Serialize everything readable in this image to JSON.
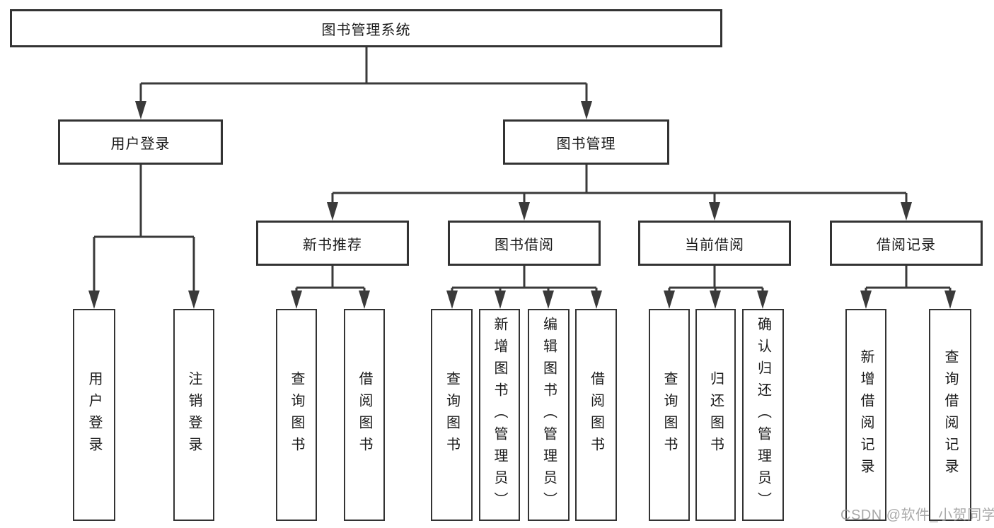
{
  "diagram": {
    "type": "hierarchy-tree",
    "watermark": "CSDN @软件_小贺同学",
    "colors": {
      "line": "#3a3a3a",
      "box_border": "#333333",
      "text": "#1a1a1a",
      "background": "#ffffff",
      "watermark": "#9b9b9b"
    },
    "tree": {
      "label": "图书管理系统",
      "children": [
        {
          "label": "用户登录",
          "children": [
            {
              "label": "用户登录"
            },
            {
              "label": "注销登录"
            }
          ]
        },
        {
          "label": "图书管理",
          "children": [
            {
              "label": "新书推荐",
              "children": [
                {
                  "label": "查询图书"
                },
                {
                  "label": "借阅图书"
                }
              ]
            },
            {
              "label": "图书借阅",
              "children": [
                {
                  "label": "查询图书"
                },
                {
                  "label": "新增图书（管理员）"
                },
                {
                  "label": "编辑图书（管理员）"
                },
                {
                  "label": "借阅图书"
                }
              ]
            },
            {
              "label": "当前借阅",
              "children": [
                {
                  "label": "查询图书"
                },
                {
                  "label": "归还图书"
                },
                {
                  "label": "确认归还（管理员）"
                }
              ]
            },
            {
              "label": "借阅记录",
              "children": [
                {
                  "label": "新增借阅记录"
                },
                {
                  "label": "查询借阅记录"
                }
              ]
            }
          ]
        }
      ]
    }
  }
}
